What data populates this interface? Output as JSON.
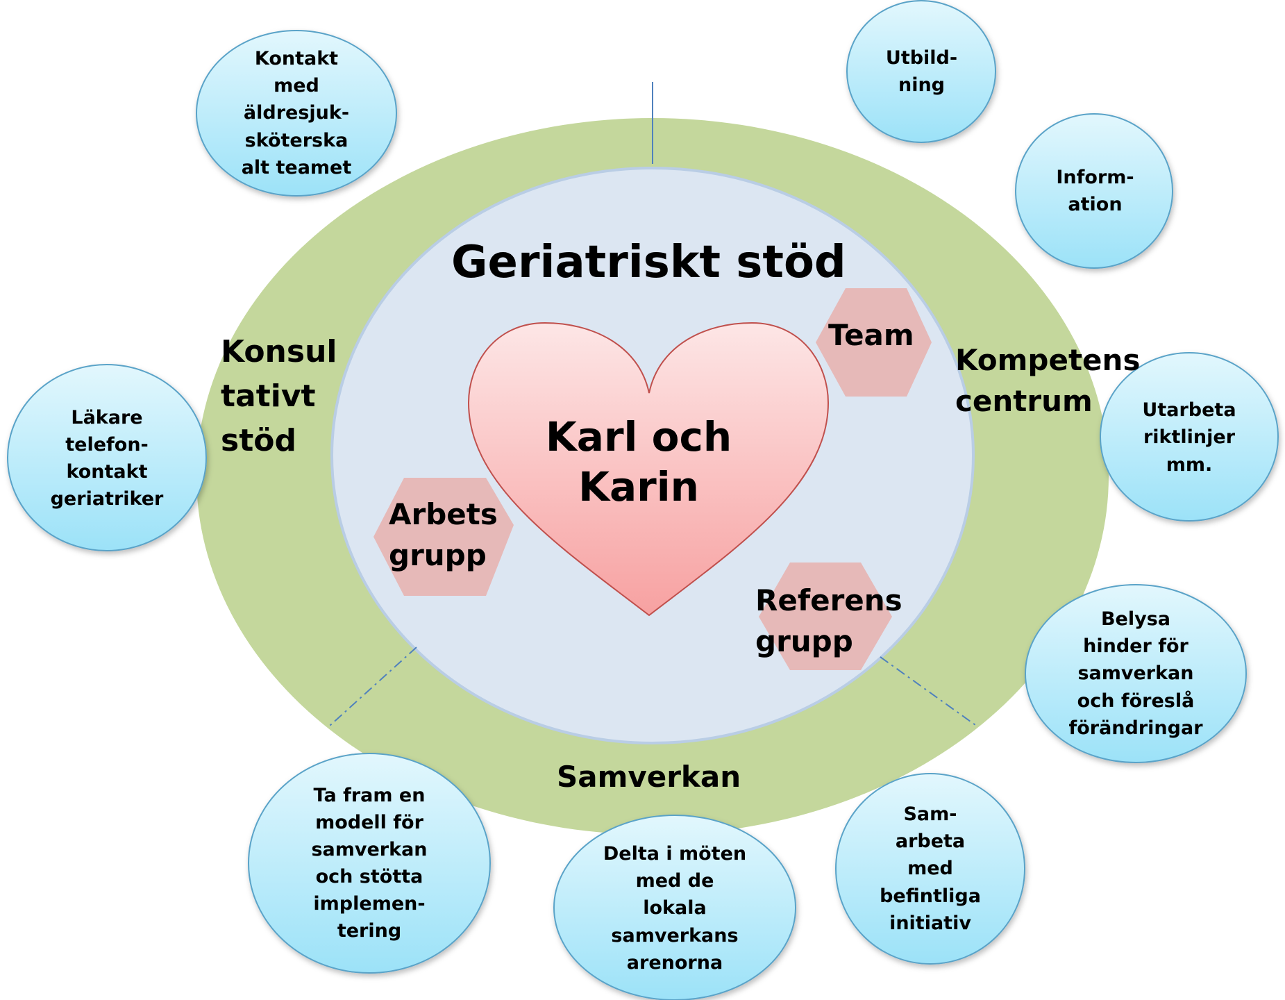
{
  "title": "Geriatriskt stöd",
  "center": "Karl och\nKarin",
  "sectors": {
    "left": "Konsul\ntativt\nstöd",
    "right": "Kompetens\ncentrum",
    "bottom": "Samverkan"
  },
  "hexagons": {
    "team": "Team",
    "arbetsgrupp": "Arbets\ngrupp",
    "referensgrupp": "Referens\ngrupp"
  },
  "bubbles": {
    "kontakt": "Kontakt\nmed\näldresjuk-\nsköterska\nalt teamet",
    "lakare": "Läkare\ntelefon-\nkontakt\ngeriatriker",
    "utbildning": "Utbild-\nning",
    "information": "Inform-\nation",
    "riktlinjer": "Utarbeta\nriktlinjer\nmm.",
    "belysa": "Belysa\nhinder för\nsamverkan\noch föreslå\nförändringar",
    "samarbeta": "Sam-\narbeta\nmed\nbefintliga\ninitiativ",
    "delta": "Delta i möten\nmed de\nlokala\nsamverkans\narenorna",
    "modell": "Ta fram en\nmodell för\nsamverkan\noch stötta\nimplemen-\ntering"
  },
  "colors": {
    "outer_ring": "#c4d79c",
    "inner_circle": "#dce6f2",
    "hexagon": "#e6b9b8",
    "bubble_top": "#e0f6fd",
    "bubble_bottom": "#9fe3f8",
    "heart_top": "#fde4e4",
    "heart_bottom": "#f8a3a3"
  }
}
